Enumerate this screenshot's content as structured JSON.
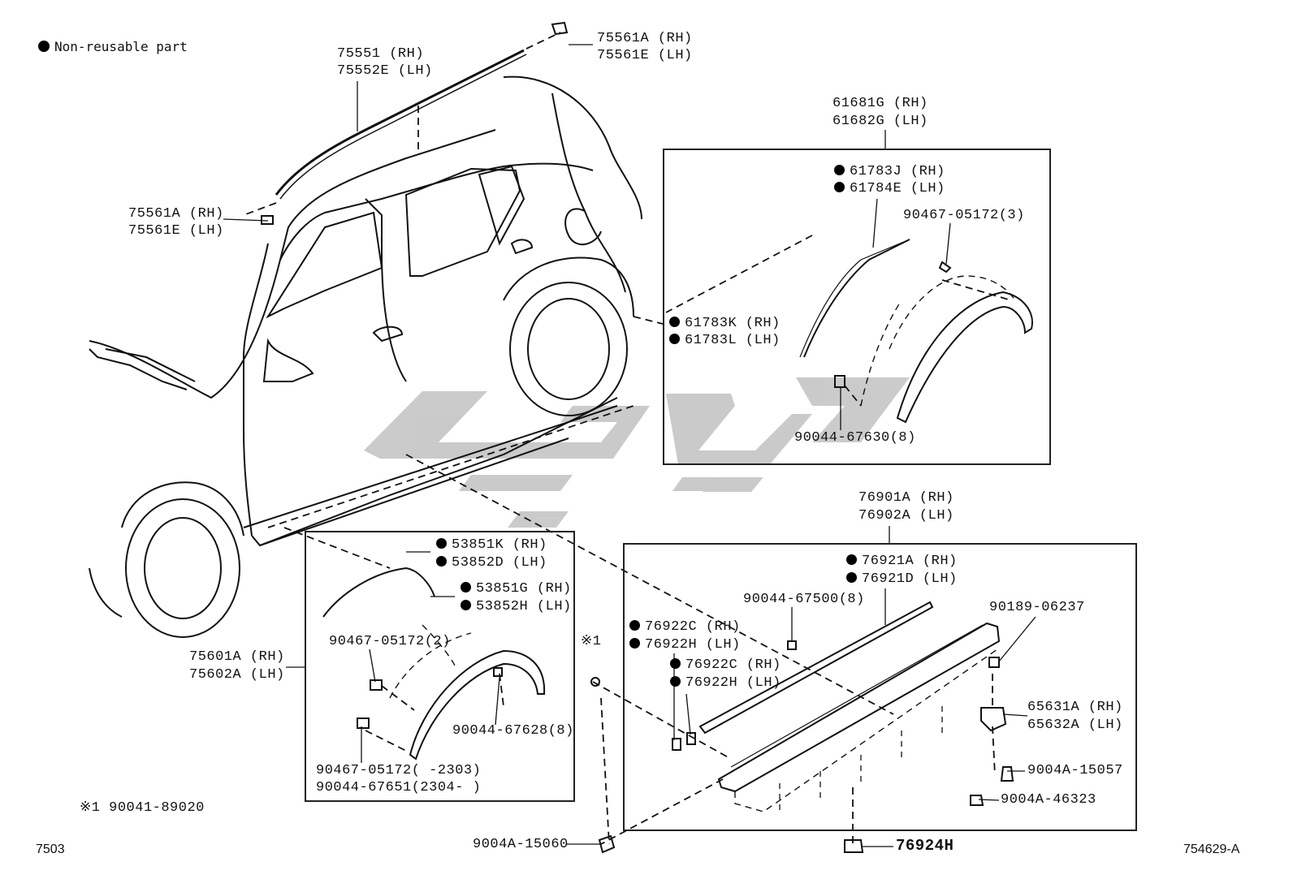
{
  "legend": {
    "text": "Non-reusable part"
  },
  "footnote": "※1 90041-89020",
  "page_left_code": "7503",
  "page_right_code": "754629-A",
  "star_mark": "※1",
  "labels": {
    "l75551": "75551  (RH)",
    "l75552E": "75552E (LH)",
    "l75561A_top": "75561A (RH)",
    "l75561E_top": "75561E (LH)",
    "l75561A_left": "75561A (RH)",
    "l75561E_left": "75561E (LH)",
    "l61681G": "61681G (RH)",
    "l61682G": "61682G (LH)",
    "l61783J": "61783J (RH)",
    "l61784E": "61784E (LH)",
    "l90467_3": "90467-05172(3)",
    "l61783K": "61783K (RH)",
    "l61783L": "61783L (LH)",
    "l90044_8a": "90044-67630(8)",
    "l76901A": "76901A (RH)",
    "l76902A": "76902A (LH)",
    "l76921A": "76921A (RH)",
    "l76921D": "76921D (LH)",
    "l90044_67500": "90044-67500(8)",
    "l90189": "90189-06237",
    "l76922C_a": "76922C (RH)",
    "l76922H_a": "76922H (LH)",
    "l76922C_b": "76922C (RH)",
    "l76922H_b": "76922H (LH)",
    "l65631A": "65631A (RH)",
    "l65632A": "65632A (LH)",
    "l9004A_15057": "9004A-15057",
    "l9004A_46323": "9004A-46323",
    "l9004A_15060": "9004A-15060",
    "l76924H": "76924H",
    "l53851K": "53851K (RH)",
    "l53852D": "53852D (LH)",
    "l53851G": "53851G (RH)",
    "l53852H": "53852H (LH)",
    "l90467_2": "90467-05172(2)",
    "l75601A": "75601A (RH)",
    "l75602A": "75602A (LH)",
    "l90044_67628": "90044-67628(8)",
    "l90467_2303": "90467-05172(     -2303)",
    "l90044_67651": "90044-67651(2304-     )"
  },
  "watermark_color": "#c8c8c8"
}
